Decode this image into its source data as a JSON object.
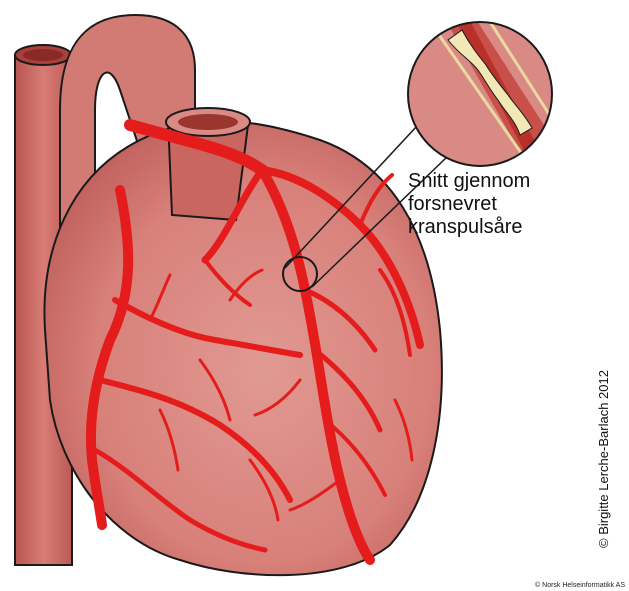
{
  "caption": {
    "lines": [
      "Snitt gjennom",
      "forsnevret",
      "kranspulsåre"
    ]
  },
  "credits": {
    "copyright": "© Birgitte Lerche-Barlach 2012",
    "publisher": "© Norsk Helseinformatikk AS"
  },
  "colors": {
    "heart_base": "#d8807a",
    "heart_shade": "#c2635f",
    "vessel_wall": "#cf6c68",
    "artery": "#e41c1c",
    "plaque": "#f2e8b5",
    "lumen": "#b8302a",
    "outline": "#1a1a1a"
  }
}
